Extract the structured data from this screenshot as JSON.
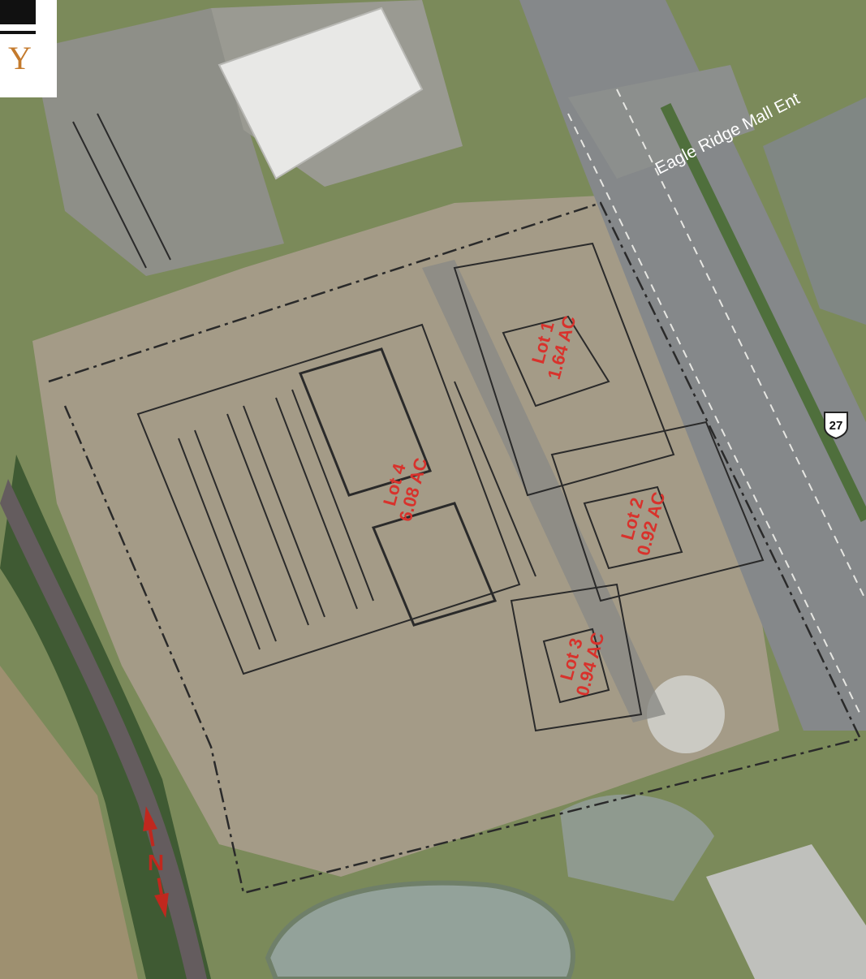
{
  "map": {
    "road_label": "Eagle Ridge Mall Ent",
    "highway_shield": "27",
    "north_label": "N",
    "logo_text": "Y",
    "lots": [
      {
        "name": "Lot 1",
        "area": "1.64 AC"
      },
      {
        "name": "Lot 2",
        "area": "0.92 AC"
      },
      {
        "name": "Lot 3",
        "area": "0.94 AC"
      },
      {
        "name": "Lot 4",
        "area": "6.08 AC"
      }
    ]
  },
  "colors": {
    "lot_label": "#d8322c",
    "site_plan_lines": "#2a2a2a",
    "road": "#8d8f8c",
    "grass": "#7b8a5a",
    "dirt": "#a39a85"
  }
}
